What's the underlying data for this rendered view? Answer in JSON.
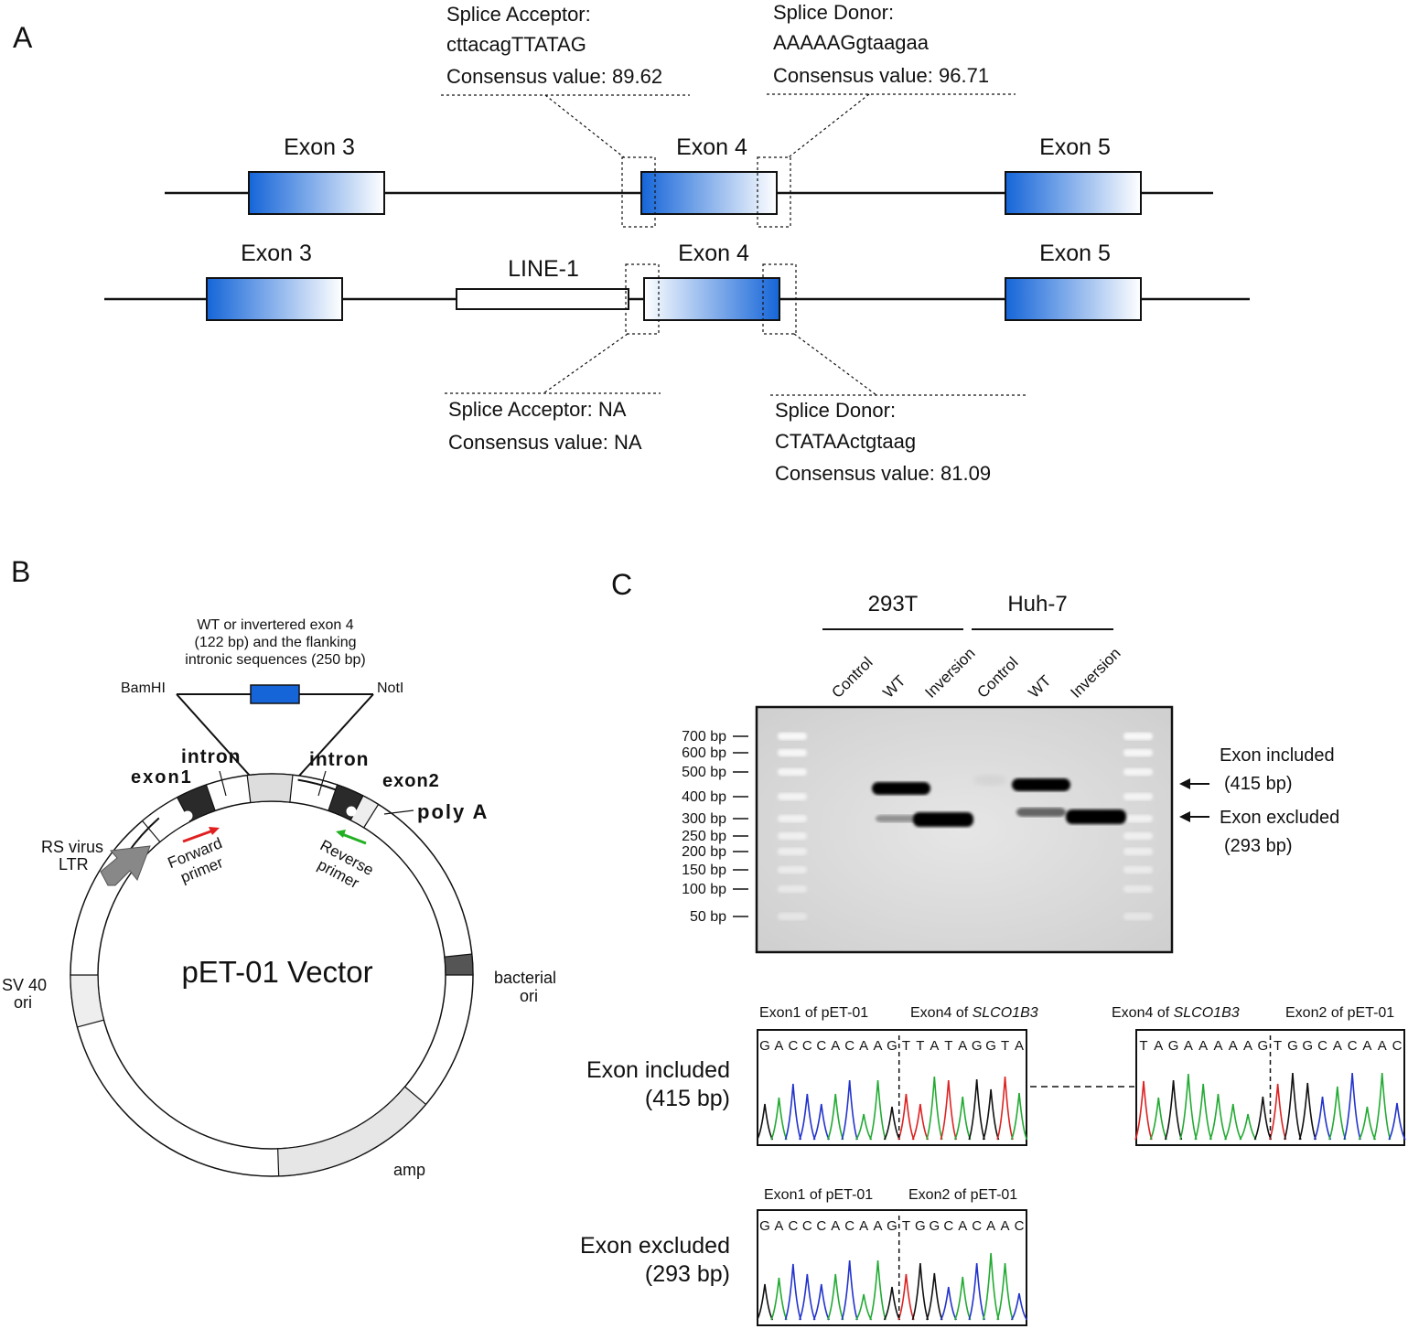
{
  "panel_a": {
    "label": "A",
    "wt": {
      "exon3": "Exon 3",
      "exon4": "Exon 4",
      "exon5": "Exon 5"
    },
    "inv": {
      "exon3": "Exon 3",
      "line1": "LINE-1",
      "exon4": "Exon 4",
      "exon5": "Exon 5"
    },
    "wt_acceptor": [
      "Splice Acceptor:",
      "cttacagTTATAG",
      "Consensus value: 89.62"
    ],
    "wt_donor": [
      "Splice Donor:",
      "AAAAAGgtaagaa",
      "Consensus value: 96.71"
    ],
    "inv_acceptor": [
      "Splice Acceptor: NA",
      "Consensus value: NA"
    ],
    "inv_donor": [
      "Splice Donor:",
      "CTATAActgtaag",
      "Consensus value: 81.09"
    ],
    "colors": {
      "exon_blue": "#1565d8"
    }
  },
  "panel_b": {
    "label": "B",
    "insert_caption": [
      "WT or invertered exon 4",
      "(122 bp) and the flanking",
      "intronic sequences (250 bp)"
    ],
    "bamhi": "BamHI",
    "noti": "NotI",
    "intron_left": "intron",
    "intron_right": "intron",
    "exon1": "exon1",
    "exon2": "exon2",
    "polya": "poly A",
    "rsv": [
      "RS virus",
      "LTR"
    ],
    "forward": [
      "Forward",
      "primer"
    ],
    "reverse": [
      "Reverse",
      "primer"
    ],
    "vector": "pET-01 Vector",
    "sv40": [
      "SV 40",
      "ori"
    ],
    "bact": [
      "bacterial",
      "ori"
    ],
    "amp": "amp",
    "colors": {
      "forward_arrow": "#e02020",
      "reverse_arrow": "#22b022"
    }
  },
  "panel_c": {
    "label": "C",
    "groups": [
      "293T",
      "Huh-7"
    ],
    "lanes": [
      "Control",
      "WT",
      "Inversion",
      "Control",
      "WT",
      "Inversion"
    ],
    "ladder": [
      "700 bp",
      "600 bp",
      "500 bp",
      "400 bp",
      "300 bp",
      "250 bp",
      "200 bp",
      "150 bp",
      "100 bp",
      "50 bp"
    ],
    "included": [
      "Exon included",
      "(415 bp)"
    ],
    "excluded": [
      "Exon excluded",
      "(293 bp)"
    ],
    "seq_included_label": [
      "Exon included",
      "(415 bp)"
    ],
    "seq_excluded_label": [
      "Exon excluded",
      "(293 bp)"
    ],
    "trace1": {
      "left_label": "Exon1 of pET-01",
      "right_label_prefix": "Exon4 of ",
      "right_label_gene": "SLCO1B3",
      "seq": "GACCCACAAGTTATAGGTA"
    },
    "trace2": {
      "left_label_prefix": "Exon4 of ",
      "left_label_gene": "SLCO1B3",
      "right_label": "Exon2 of pET-01",
      "seq": "TAGAAAAAGTGGCACAAC"
    },
    "trace3": {
      "left_label": "Exon1 of pET-01",
      "right_label": "Exon2 of pET-01",
      "seq": "GACCCACAAGTGGCACAAC"
    },
    "base_colors": {
      "A": "#22aa33",
      "C": "#2233cc",
      "G": "#111111",
      "T": "#dd2222"
    }
  }
}
